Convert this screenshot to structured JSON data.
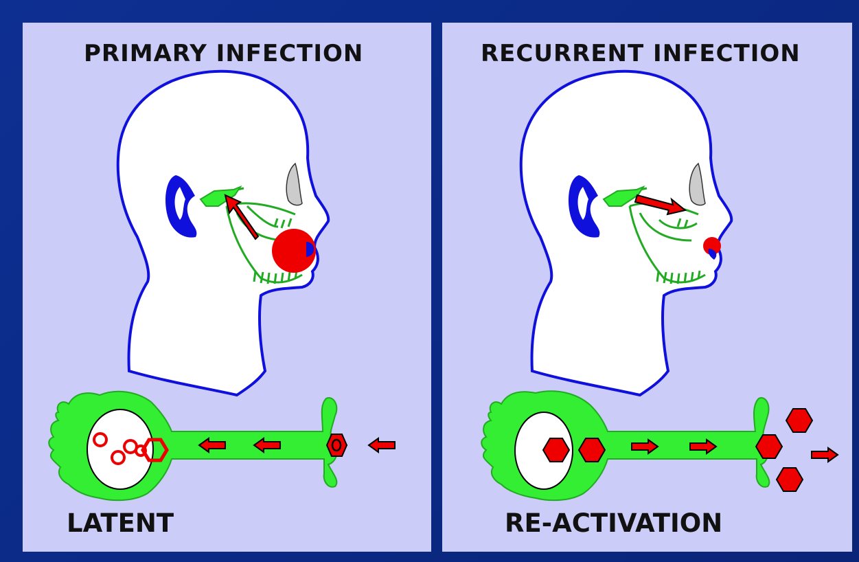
{
  "panels": {
    "left": {
      "title": "PRIMARY INFECTION",
      "caption": "LATENT"
    },
    "right": {
      "title": "RECURRENT INFECTION",
      "caption": "RE-ACTIVATION"
    }
  },
  "colors": {
    "background": "#0b2a86",
    "panel": "#ccccf8",
    "outline": "#1010dd",
    "nerve": "#22aa22",
    "neuron": "#33ee33",
    "virus": "#ee0000",
    "text": "#111111"
  }
}
